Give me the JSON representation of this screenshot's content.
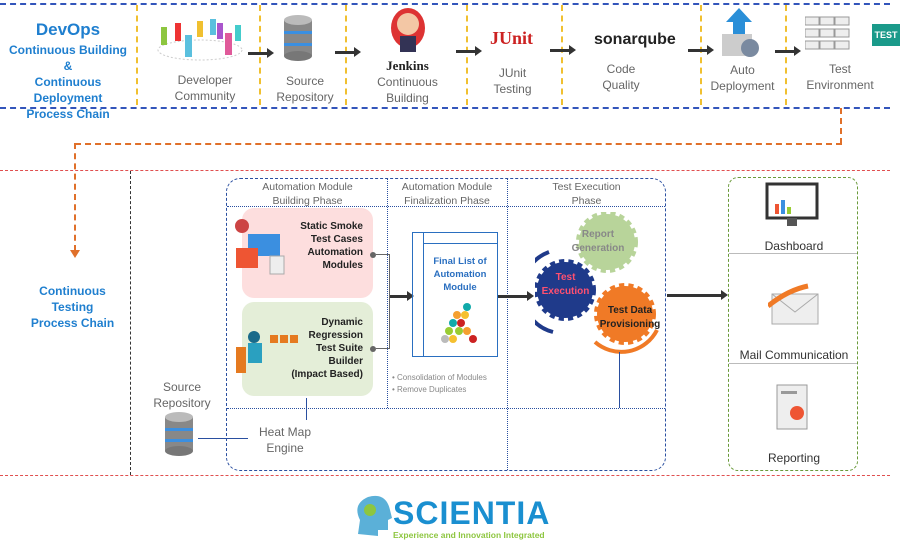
{
  "devops": {
    "title": "DevOps",
    "line1": "Continuous Building",
    "line2": "&",
    "line3": "Continuous Deployment",
    "line4": "Process Chain"
  },
  "pipeline": [
    {
      "label1": "Developer",
      "label2": "Community",
      "icon": "people-network-icon"
    },
    {
      "label1": "Source",
      "label2": "Repository",
      "icon": "database-icon"
    },
    {
      "brand": "Jenkins",
      "label1": "Continuous",
      "label2": "Building",
      "icon": "jenkins-logo"
    },
    {
      "brand": "JUnit",
      "label1": "JUnit",
      "label2": "Testing",
      "icon": "junit-logo"
    },
    {
      "brand": "sonarqube",
      "label1": "Code",
      "label2": "Quality",
      "icon": "sonarqube-logo"
    },
    {
      "label1": "Auto",
      "label2": "Deployment",
      "icon": "deploy-box-icon"
    },
    {
      "badge": "TEST",
      "label1": "Test",
      "label2": "Environment",
      "icon": "test-environment-icon"
    }
  ],
  "testing": {
    "line1": "Continuous",
    "line2": "Testing",
    "line3": "Process Chain"
  },
  "phases": {
    "building": {
      "l1": "Automation Module",
      "l2": "Building Phase"
    },
    "finalization": {
      "l1": "Automation Module",
      "l2": "Finalization  Phase"
    },
    "execution": {
      "l1": "Test Execution",
      "l2": "Phase"
    }
  },
  "static_box": {
    "l1": "Static Smoke",
    "l2": "Test Cases",
    "l3": "Automation",
    "l4": "Modules"
  },
  "dynamic_box": {
    "l1": "Dynamic",
    "l2": "Regression",
    "l3": "Test Suite",
    "l4": "Builder",
    "l5": "(Impact Based)"
  },
  "final_list": {
    "l1": "Final List of",
    "l2": "Automation",
    "l3": "Module"
  },
  "bullets": [
    "Consolidation of Modules",
    "Remove Duplicates"
  ],
  "gears": {
    "report1": "Report",
    "report2": "Generation",
    "exec1": "Test",
    "exec2": "Execution",
    "data1": "Test Data",
    "data2": "Provisioning"
  },
  "source_repo": {
    "l1": "Source",
    "l2": "Repository"
  },
  "heatmap": {
    "l1": "Heat Map",
    "l2": "Engine"
  },
  "outputs": [
    "Dashboard",
    "Mail Communication",
    "Reporting"
  ],
  "logo": {
    "name": "SCIENTIA",
    "tagline": "Experience and Innovation Integrated"
  },
  "colors": {
    "blue": "#1f7fcf",
    "orange": "#e0702a",
    "green": "#8dc63f",
    "navy": "#1b3a8a",
    "pink": "#fddede",
    "lightgreen": "#e4eed8"
  }
}
